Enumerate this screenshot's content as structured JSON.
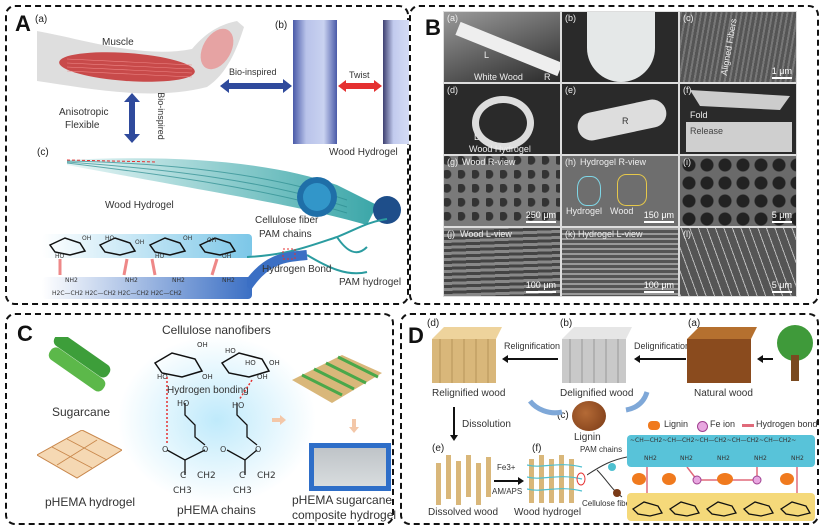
{
  "panels": {
    "A": {
      "label": "A",
      "sub_a": "(a)",
      "sub_b": "(b)",
      "sub_c": "(c)",
      "muscle": "Muscle",
      "anisotropic": "Anisotropic",
      "flexible": "Flexible",
      "bio_inspired_h": "Bio-inspired",
      "bio_inspired_v": "Bio-inspired",
      "twist": "Twist",
      "wood_hydrogel_b": "Wood Hydrogel",
      "wood_hydrogel_c": "Wood  Hydrogel",
      "cellulose_fiber": "Cellulose fiber",
      "pam_chains": "PAM chains",
      "hydrogen_bond": "Hydrogen Bond",
      "pam_hydrogel": "PAM hydrogel",
      "chem_oh": [
        "OH",
        "HO",
        "OH",
        "HO",
        "OH",
        "HO",
        "OH",
        "OH"
      ],
      "chem_nh2": [
        "NH2",
        "NH2",
        "NH2",
        "NH2"
      ],
      "chem_backbone": "H2C—CH2 H2C—CH2 H2C—CH2 H2C—CH2"
    },
    "B": {
      "label": "B",
      "cells": [
        {
          "sub": "(a)",
          "text": "White Wood",
          "extra": [
            "L",
            "R"
          ]
        },
        {
          "sub": "(b)"
        },
        {
          "sub": "(c)",
          "text": "Aligned Fibers",
          "scale": "1 μm"
        },
        {
          "sub": "(d)",
          "text": "Wood Hydrogel",
          "extra": [
            "L"
          ]
        },
        {
          "sub": "(e)",
          "extra": [
            "R"
          ]
        },
        {
          "sub": "(f)",
          "text": "Fold",
          "text2": "Release"
        },
        {
          "sub": "(g)",
          "text": "Wood R-view",
          "scale": "250 μm"
        },
        {
          "sub": "(h)",
          "text": "Hydrogel R-view",
          "extra": [
            "Hydrogel",
            "Wood"
          ],
          "scale": "150 μm"
        },
        {
          "sub": "(i)",
          "scale": "5 μm"
        },
        {
          "sub": "(j)",
          "text": "Wood L-view",
          "scale": "100 μm"
        },
        {
          "sub": "(k)",
          "text": "Hydrogel L-view",
          "scale": "100 μm"
        },
        {
          "sub": "(l)",
          "scale": "5 μm"
        }
      ]
    },
    "C": {
      "label": "C",
      "cellulose_nanofibers": "Cellulose nanofibers",
      "hydrogen_bonding": "Hydrogen bonding",
      "sugarcane": "Sugarcane",
      "phema_hydrogel": "pHEMA hydrogel",
      "phema_chains": "pHEMA chains",
      "composite_line1": "pHEMA sugarcane",
      "composite_line2": "composite hydrogel",
      "chem": {
        "oh": [
          "OH",
          "HO",
          "OH",
          "HO",
          "OH",
          "HO",
          "OH"
        ],
        "ho_left": "HO",
        "ho_right": "HO",
        "o1": "O",
        "o2": "O",
        "o3": "O",
        "o4": "O",
        "c1": "C",
        "c2": "C",
        "ch2_1": "CH2",
        "ch2_2": "CH2",
        "ch3_1": "CH3",
        "ch3_2": "CH3"
      }
    },
    "D": {
      "label": "D",
      "sub_a": "(a)",
      "sub_b": "(b)",
      "sub_c": "(c)",
      "sub_d": "(d)",
      "sub_e": "(e)",
      "sub_f": "(f)",
      "relignification": "Relignification",
      "delignification": "Delignification",
      "relignified_wood": "Relignified wood",
      "delignified_wood": "Delignified wood",
      "natural_wood": "Natural wood",
      "lignin": "Lignin",
      "dissolution": "Dissolution",
      "dissolved_wood": "Dissolved wood",
      "wood_hydrogel": "Wood hydrogel",
      "fe3": "Fe3+",
      "am_aps": "AM/APS",
      "pam_chains": "PAM chains",
      "cellulose_fiber": "Cellulose fiber",
      "legend": {
        "lignin": "Lignin",
        "fe_ion": "Fe ion",
        "hydrogen_bond": "Hydrogen bond"
      },
      "chem_top": "~CH—CH2~CH—CH2~CH—CH2~CH—CH2~CH—CH2~",
      "chem_nh2": [
        "NH2",
        "NH2",
        "NH2",
        "NH2",
        "NH2"
      ]
    }
  },
  "colors": {
    "border": "#111111",
    "bio_arrow": "#2f4a9c",
    "twist_arrow": "#e53030",
    "teal": "#3aa6a8",
    "cyan_band": "#58c3d9",
    "yellow_band": "#f5d97a",
    "wood_brown": "#8a4b1e",
    "wood_tan": "#d9b77a",
    "grey_wood": "#c9c9c9",
    "hbond": "#e06a7a",
    "sem_bg": "#5a5a5a"
  }
}
